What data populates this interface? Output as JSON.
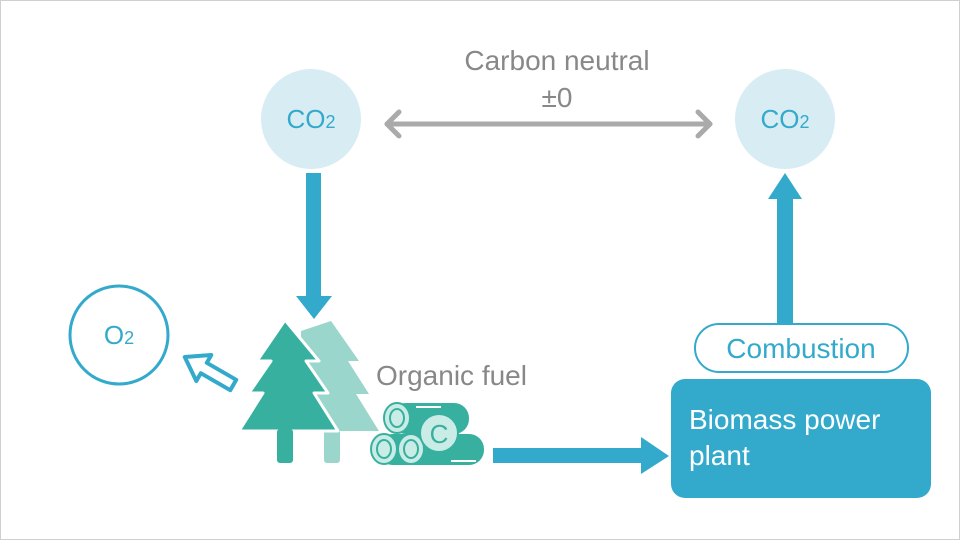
{
  "labels": {
    "carbon_neutral": "Carbon neutral",
    "plus_minus_zero": "±0",
    "co2_left": "CO",
    "co2_left_sub": "2",
    "co2_right": "CO",
    "co2_right_sub": "2",
    "o2": "O",
    "o2_sub": "2",
    "organic_fuel": "Organic fuel",
    "carbon_symbol": "C",
    "combustion": "Combustion",
    "biomass_line1": "Biomass power",
    "biomass_line2": "plant"
  },
  "colors": {
    "blue": "#33aacc",
    "light_blue": "#d8ecf3",
    "teal": "#38b09f",
    "light_teal": "#9bd6cc",
    "gray_text": "#888888",
    "gray_arrow": "#aaaaaa"
  }
}
